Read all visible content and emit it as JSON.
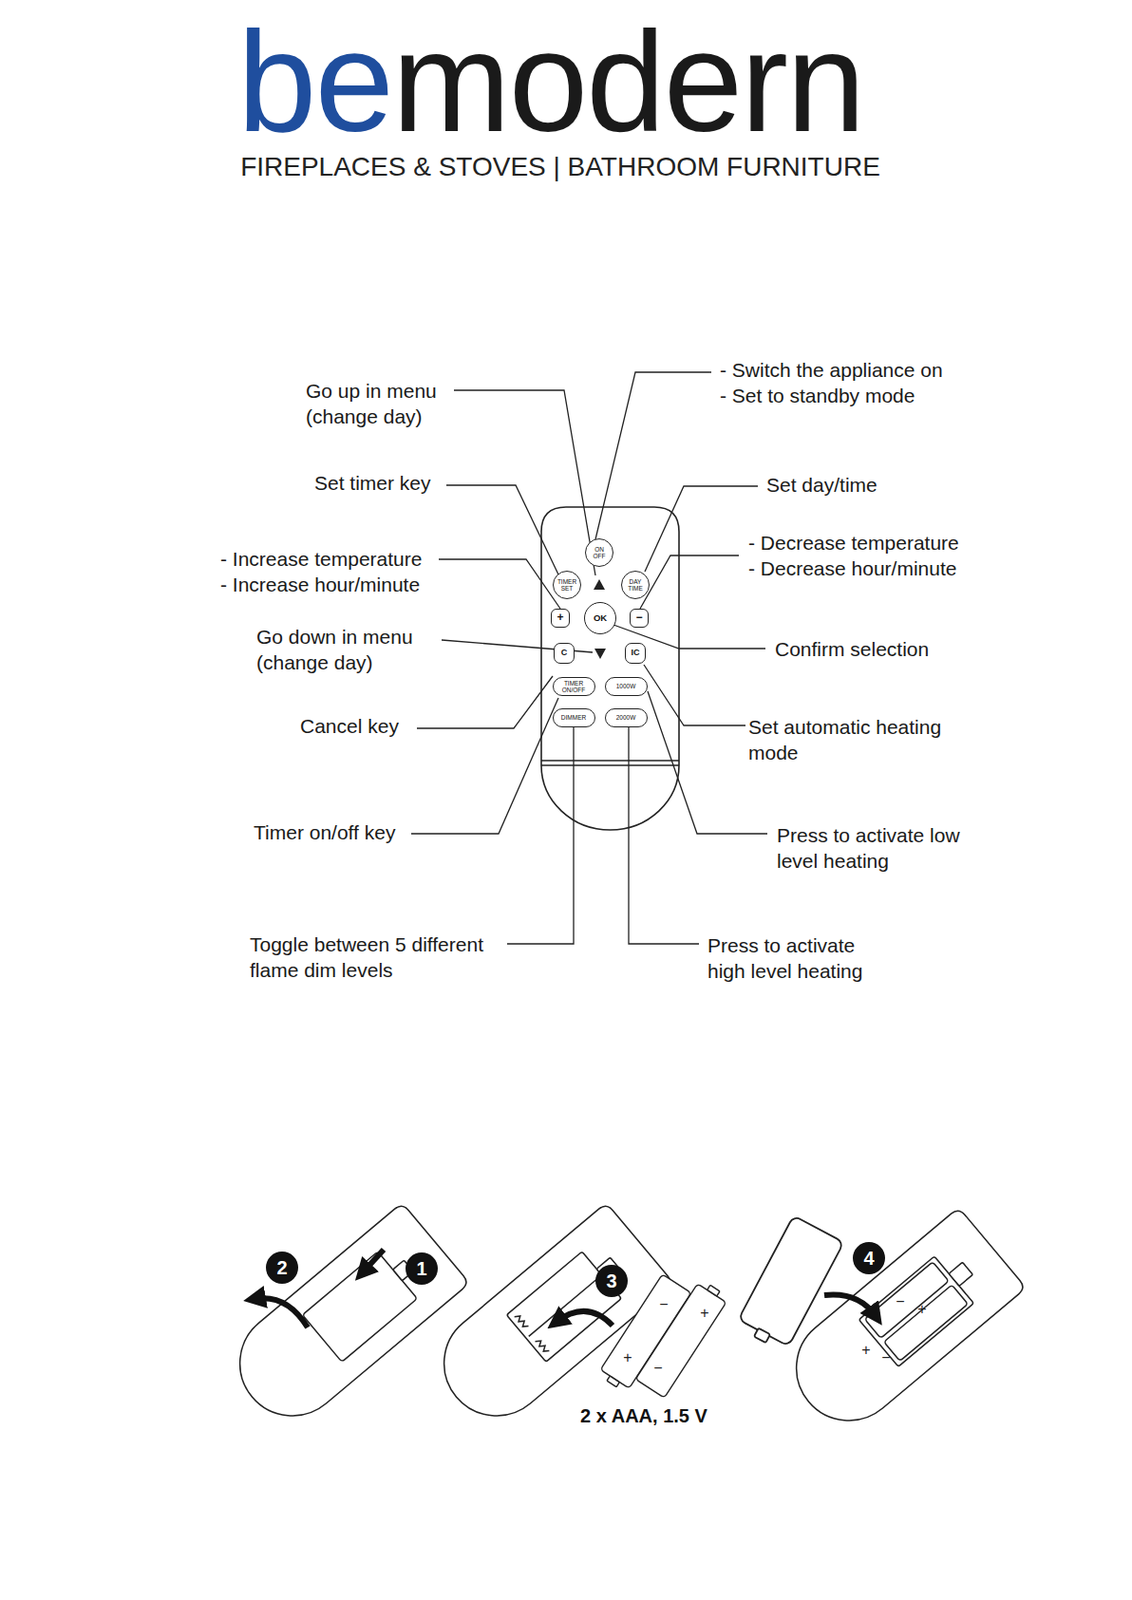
{
  "diagram": {
    "nodes": [
      {
        "text": [
          "ON OFF"
        ]
      },
      {
        "text": [
          "TIMER SET"
        ]
      },
      {
        "text": [
          "DAY TIME"
        ]
      },
      {
        "text": [
          "+"
        ]
      },
      {
        "text": [
          "OK"
        ]
      },
      {
        "text": [
          "−"
        ]
      },
      {
        "text": [
          "C"
        ]
      },
      {
        "text": [
          "IC"
        ]
      },
      {
        "text": [
          "TIMER ON/OFF"
        ]
      },
      {
        "text": [
          "1000W"
        ]
      },
      {
        "text": [
          "DIMMER"
        ]
      },
      {
        "text": [
          "2000W"
        ]
      }
    ],
    "labels": [
      "be",
      "modern",
      "FIREPLACES & STOVES | BATHROOM FURNITURE",
      "Go up in menu (change day)",
      "- Switch the appliance on",
      "- Set to standby mode",
      "Set timer key",
      "Set day/time",
      "- Increase temperature",
      "- Increase hour/minute",
      "- Decrease temperature",
      "- Decrease hour/minute",
      "Go down in menu (change day)",
      "Confirm selection",
      "Cancel key",
      "Set automatic heating mode",
      "Timer on/off key",
      "Press to activate low level heating",
      "Toggle between 5 different flame dim levels",
      "Press to activate high level heating",
      "2",
      "1",
      "3",
      "4",
      "−",
      "+",
      "+",
      "−",
      "−",
      "+",
      "+",
      "−",
      "2 x AAA, 1.5 V"
    ]
  }
}
